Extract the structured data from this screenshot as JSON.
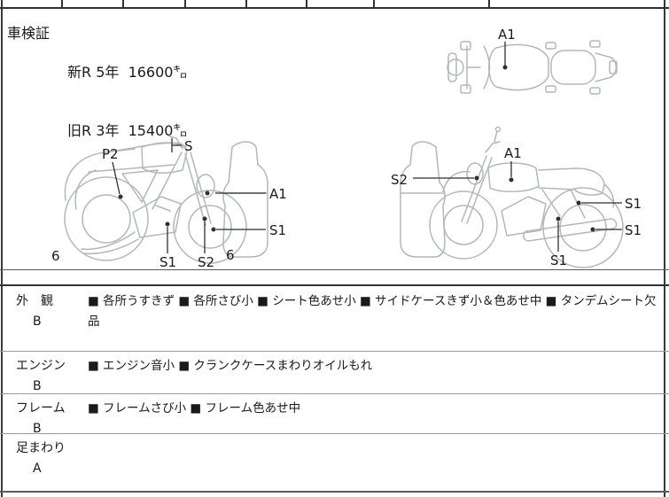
{
  "colors": {
    "border_dark": "#323232",
    "row_line": "#9a9a9a",
    "sketch_gray": "#b4b7b9",
    "text": "#1a1a1a"
  },
  "vehicle_inspection": {
    "label": "車検証",
    "line1": "新R 5年  16600㌔",
    "line2": "旧R 3年  15400㌔"
  },
  "diagram": {
    "top_labels": [
      "A1"
    ],
    "left_labels": [
      "P2",
      "S",
      "A1",
      "S1",
      "S1",
      "S2",
      "6",
      "6"
    ],
    "right_labels": [
      "S2",
      "A1",
      "S1",
      "S1",
      "S1"
    ]
  },
  "condition": {
    "rows": [
      {
        "category": "外　観",
        "grade": "B",
        "comments": "■ 各所うすきず ■ 各所さび小 ■ シート色あせ小 ■ サイドケースきず小＆色あせ中 ■ タンデムシート欠品"
      },
      {
        "category": "エンジン",
        "grade": "B",
        "comments": "■ エンジン音小 ■ クランクケースまわりオイルもれ"
      },
      {
        "category": "フレーム",
        "grade": "B",
        "comments": "■ フレームさび小 ■ フレーム色あせ中"
      },
      {
        "category": "足まわり",
        "grade": "A",
        "comments": ""
      }
    ]
  }
}
